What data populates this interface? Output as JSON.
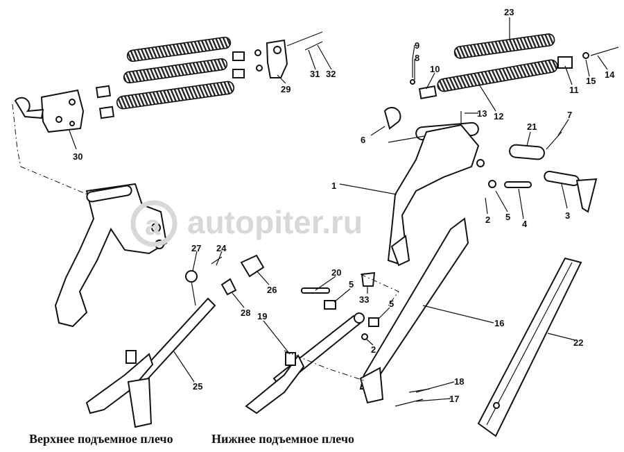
{
  "watermark": "autopiter.ru",
  "captions": {
    "upper": "Верхнее подъемное плечо",
    "lower": "Нижнее подъемное плечо"
  },
  "callouts": [
    "23",
    "9",
    "8",
    "10",
    "12",
    "11",
    "15",
    "14",
    "13",
    "6",
    "21",
    "7",
    "1",
    "2",
    "5",
    "4",
    "3",
    "29",
    "31",
    "32",
    "30",
    "27",
    "24",
    "26",
    "28",
    "20",
    "5",
    "33",
    "5",
    "19",
    "2",
    "16",
    "22",
    "25",
    "18",
    "17"
  ]
}
